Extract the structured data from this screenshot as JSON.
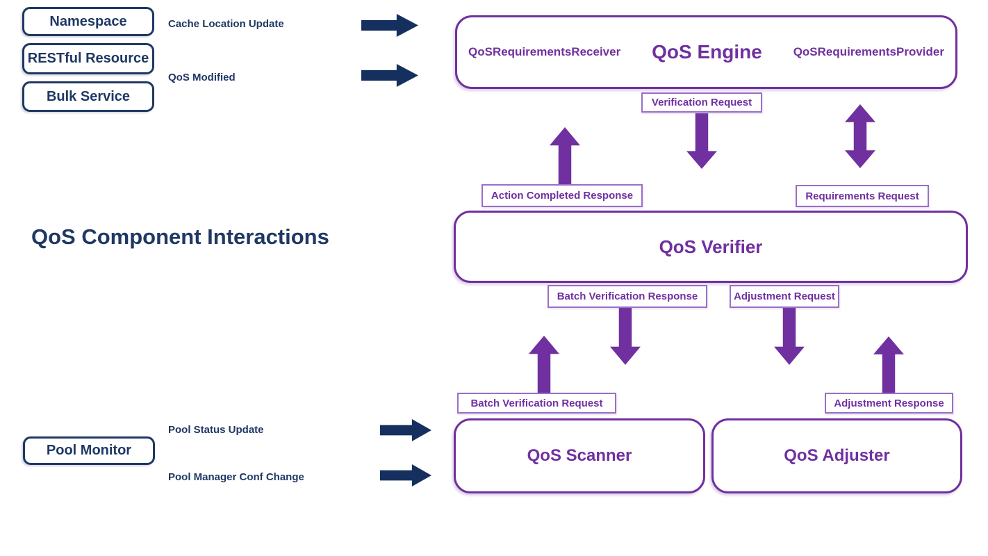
{
  "title": "QoS Component Interactions",
  "colors": {
    "navy": "#1F3864",
    "navy-arrow": "#15305F",
    "purple": "#7030A0",
    "label-border": "#9B6EC8"
  },
  "left_sources": [
    {
      "label": "Namespace"
    },
    {
      "label": "RESTful Resource"
    },
    {
      "label": "Bulk Service"
    }
  ],
  "pool_monitor": {
    "label": "Pool Monitor"
  },
  "events": {
    "cache_location_update": "Cache Location Update",
    "qos_modified": "QoS Modified",
    "pool_status_update": "Pool Status Update",
    "pool_manager_conf_change": "Pool Manager Conf Change"
  },
  "components": {
    "engine": {
      "title": "QoS Engine",
      "receiver": "QoSRequirementsReceiver",
      "provider": "QoSRequirementsProvider"
    },
    "verifier": {
      "title": "QoS Verifier"
    },
    "scanner": {
      "title": "QoS Scanner"
    },
    "adjuster": {
      "title": "QoS Adjuster"
    }
  },
  "messages": {
    "verification_request": "Verification Request",
    "action_completed_response": "Action Completed Response",
    "requirements_request": "Requirements Request",
    "batch_verification_response": "Batch Verification Response",
    "adjustment_request": "Adjustment Request",
    "batch_verification_request": "Batch Verification Request",
    "adjustment_response": "Adjustment Response"
  }
}
